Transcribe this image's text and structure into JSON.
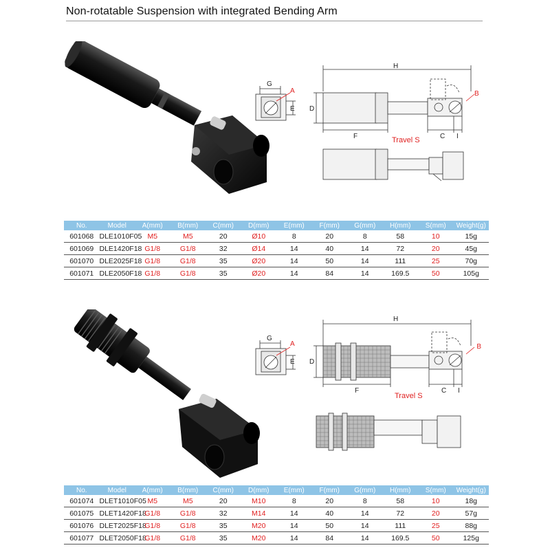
{
  "title": "Non-rotatable Suspension with integrated Bending Arm",
  "diagram_labels": {
    "H": "H",
    "G": "G",
    "A": "A",
    "B": "B",
    "D": "D",
    "E": "E",
    "F": "F",
    "C": "C",
    "I": "I",
    "travel": "Travel S"
  },
  "colors": {
    "header": "#8ec4e6",
    "red": "#e02020",
    "accent_red": "#e02020"
  },
  "table1": {
    "headers": [
      "No.",
      "Model",
      "A(mm)",
      "B(mm)",
      "C(mm)",
      "D(mm)",
      "E(mm)",
      "F(mm)",
      "G(mm)",
      "H(mm)",
      "S(mm)",
      "Weight(g)"
    ],
    "rows": [
      [
        "601068",
        "DLE1010F05",
        "M5",
        "M5",
        "20",
        "Ø10",
        "8",
        "20",
        "8",
        "58",
        "10",
        "15g"
      ],
      [
        "601069",
        "DLE1420F18",
        "G1/8",
        "G1/8",
        "32",
        "Ø14",
        "14",
        "40",
        "14",
        "72",
        "20",
        "45g"
      ],
      [
        "601070",
        "DLE2025F18",
        "G1/8",
        "G1/8",
        "35",
        "Ø20",
        "14",
        "50",
        "14",
        "111",
        "25",
        "70g"
      ],
      [
        "601071",
        "DLE2050F18",
        "G1/8",
        "G1/8",
        "35",
        "Ø20",
        "14",
        "84",
        "14",
        "169.5",
        "50",
        "105g"
      ]
    ]
  },
  "table2": {
    "headers": [
      "No.",
      "Model",
      "A(mm)",
      "B(mm)",
      "C(mm)",
      "D(mm)",
      "E(mm)",
      "F(mm)",
      "G(mm)",
      "H(mm)",
      "S(mm)",
      "Weight(g)"
    ],
    "rows": [
      [
        "601074",
        "DLET1010F05",
        "M5",
        "M5",
        "20",
        "M10",
        "8",
        "20",
        "8",
        "58",
        "10",
        "18g"
      ],
      [
        "601075",
        "DLET1420F18",
        "G1/8",
        "G1/8",
        "32",
        "M14",
        "14",
        "40",
        "14",
        "72",
        "20",
        "57g"
      ],
      [
        "601076",
        "DLET2025F18",
        "G1/8",
        "G1/8",
        "35",
        "M20",
        "14",
        "50",
        "14",
        "111",
        "25",
        "88g"
      ],
      [
        "601077",
        "DLET2050F18",
        "G1/8",
        "G1/8",
        "35",
        "M20",
        "14",
        "84",
        "14",
        "169.5",
        "50",
        "125g"
      ]
    ]
  }
}
